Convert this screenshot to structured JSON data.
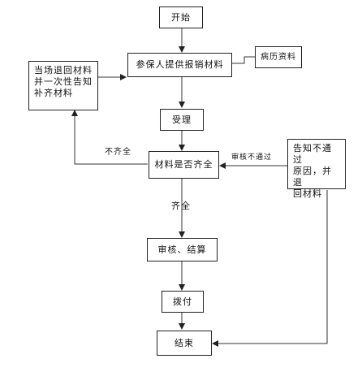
{
  "nodes": {
    "start": "开始",
    "submit": "参保人提供报销材料",
    "medical_records": "病历资料",
    "return_now": "当场退回材料\n并一次性告知\n补齐材料",
    "accept": "受理",
    "complete_check": "材料是否齐全",
    "notify_reject": "告知不通过\n原因，并退\n回材料",
    "review": "审核、结算",
    "pay": "拨付",
    "end": "结束"
  },
  "edges": {
    "incomplete": "不齐全",
    "review_fail": "审核不通过",
    "complete": "齐全"
  }
}
